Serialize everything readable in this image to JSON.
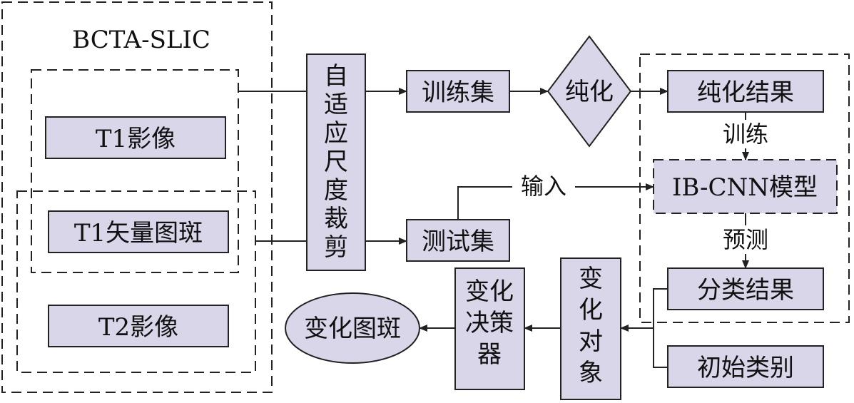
{
  "group_label": "BCTA-SLIC",
  "inputs": {
    "t1_image": "T1影像",
    "t1_vector": "T1矢量图斑",
    "t2_image": "T2影像"
  },
  "adaptive_crop": "自适应尺度裁剪",
  "training_set": "训练集",
  "test_set": "测试集",
  "purify": "纯化",
  "purify_result": "纯化结果",
  "model": "IB-CNN模型",
  "classification_result": "分类结果",
  "initial_category": "初始类别",
  "change_object": "变化对象",
  "change_decider": "变化决策器",
  "change_patch": "变化图斑",
  "edge_labels": {
    "train": "训练",
    "input": "输入",
    "predict": "预测"
  }
}
